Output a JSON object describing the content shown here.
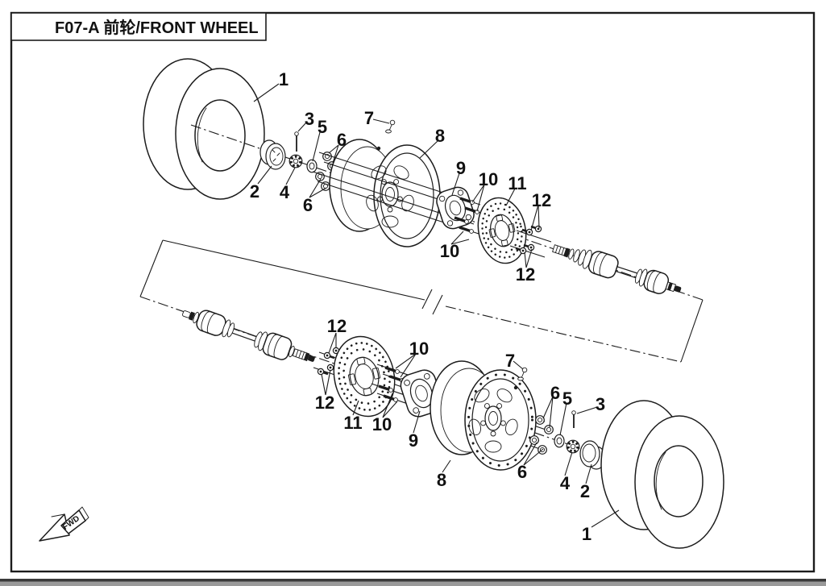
{
  "title": {
    "text": "F07-A  前轮/FRONT WHEEL"
  },
  "fwd_marker": {
    "label": "FWD"
  },
  "parts": {
    "tire": "1",
    "hub_cap": "2",
    "cotter_pin": "3",
    "castle_nut": "4",
    "washer": "5",
    "lug_nut": "6",
    "valve": "7",
    "rim": "8",
    "wheel_hub": "9",
    "wheel_stud": "10",
    "brake_disc": "11",
    "disc_bolt": "12"
  },
  "colors": {
    "line": "#1c1c1c",
    "background": "#ffffff",
    "footer_bar_dark": "#3a3a3a",
    "footer_bar_light": "#9a9a9a"
  }
}
